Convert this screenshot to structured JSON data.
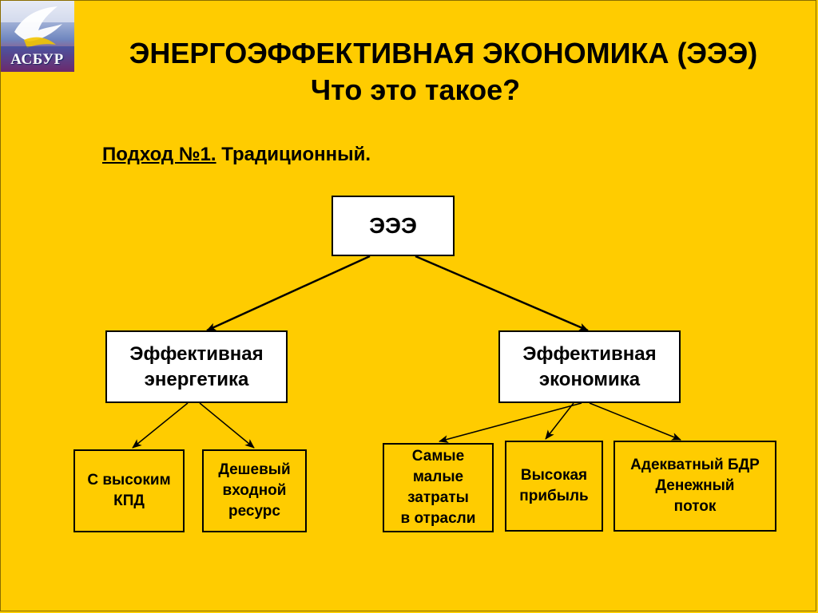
{
  "logo": {
    "text": "АСБУР"
  },
  "title": {
    "line1": "ЭНЕРГОЭФФЕКТИВНАЯ ЭКОНОМИКА (ЭЭЭ)",
    "line2": "Что это такое?"
  },
  "approach": {
    "label": "Подход №1.",
    "text": " Традиционный."
  },
  "tree": {
    "root": "ЭЭЭ",
    "left": {
      "label": "Эффективная\nэнергетика",
      "children": [
        "С высоким\nКПД",
        "Дешевый\nвходной\nресурс"
      ]
    },
    "right": {
      "label": "Эффективная\nэкономика",
      "children": [
        "Самые\nмалые\nзатраты\nв отрасли",
        "Высокая\nприбыль",
        "Адекватный БДР\nДенежный\nпоток"
      ]
    }
  },
  "colors": {
    "background": "#FFCC00",
    "box_fill": "#FFFFFF",
    "line": "#000000"
  }
}
